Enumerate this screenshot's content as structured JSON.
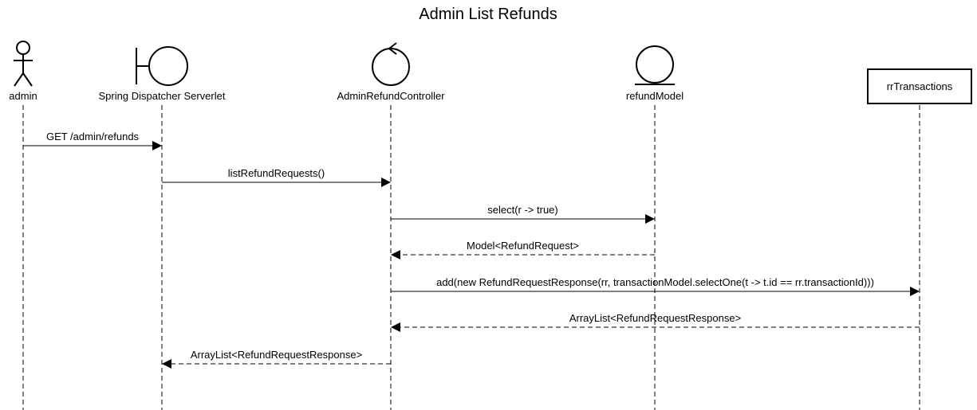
{
  "title": "Admin List Refunds",
  "participants": [
    {
      "id": "admin",
      "label": "admin",
      "kind": "actor"
    },
    {
      "id": "dispatcher",
      "label": "Spring Dispatcher Serverlet",
      "kind": "boundary"
    },
    {
      "id": "controller",
      "label": "AdminRefundController",
      "kind": "control"
    },
    {
      "id": "refundModel",
      "label": "refundModel",
      "kind": "entity"
    },
    {
      "id": "rrTransactions",
      "label": "rrTransactions",
      "kind": "participant"
    }
  ],
  "messages": [
    {
      "from": "admin",
      "to": "dispatcher",
      "label": "GET /admin/refunds",
      "type": "call"
    },
    {
      "from": "dispatcher",
      "to": "controller",
      "label": "listRefundRequests()",
      "type": "call"
    },
    {
      "from": "controller",
      "to": "refundModel",
      "label": "select(r -> true)",
      "type": "call"
    },
    {
      "from": "refundModel",
      "to": "controller",
      "label": "Model<RefundRequest>",
      "type": "return"
    },
    {
      "from": "controller",
      "to": "rrTransactions",
      "label": "add(new RefundRequestResponse(rr, transactionModel.selectOne(t -> t.id == rr.transactionId)))",
      "type": "call"
    },
    {
      "from": "rrTransactions",
      "to": "controller",
      "label": "ArrayList<RefundRequestResponse>",
      "type": "return"
    },
    {
      "from": "controller",
      "to": "dispatcher",
      "label": "ArrayList<RefundRequestResponse>",
      "type": "return"
    }
  ]
}
